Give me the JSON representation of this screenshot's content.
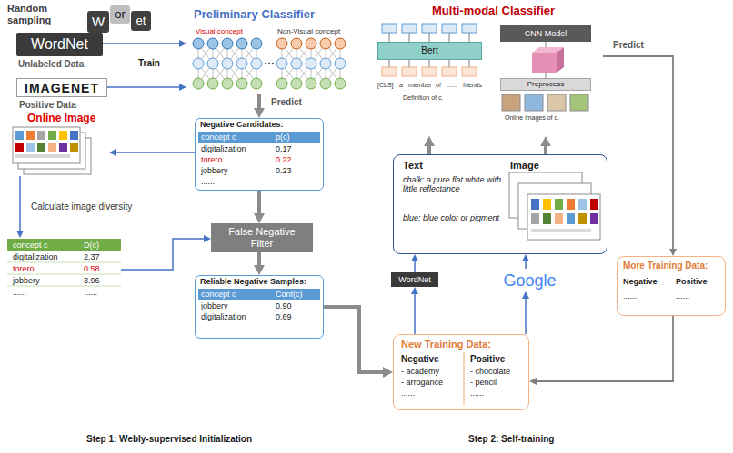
{
  "diagram": {
    "nodes": [
      {
        "text": [
          "WordNet",
          "Unlabeled Data"
        ]
      },
      {
        "text": [
          "IMAGENET",
          "Positive Data"
        ]
      },
      {
        "text": [
          "Preliminary Classifier",
          "Visual concept",
          "Non-Visual concept"
        ]
      },
      {
        "text": [
          "Negative Candidates:",
          "concept c",
          "p(c)",
          "digitalization",
          "0.17",
          "torero",
          "0.22",
          "jobbery",
          "0.23",
          "......"
        ]
      },
      {
        "text": [
          "Online Image"
        ]
      },
      {
        "text": [
          "concept c",
          "D(c)",
          "digitalization",
          "2.37",
          "torero",
          "0.58",
          "jobbery",
          "3.96",
          "......",
          "......"
        ]
      },
      {
        "text": [
          "False Negative Filter"
        ]
      },
      {
        "text": [
          "Reliable Negative Samples:",
          "concept c",
          "Conf(c)",
          "jobbery",
          "0.90",
          "digitalization",
          "0.69",
          "......"
        ]
      },
      {
        "text": [
          "Multi-modal Classifier",
          "[CLS]",
          "a",
          "member",
          "of",
          "......",
          "friends",
          "Definition of c.",
          "Online images of c."
        ]
      },
      {
        "text": [
          "Bert"
        ],
        "in": 8
      },
      {
        "text": [
          "CNN Model"
        ],
        "in": 8
      },
      {
        "text": [
          "Preprocess"
        ],
        "in": 8
      },
      {
        "text": [
          "Text",
          "chalk: a pure flat white with little reflectance",
          "blue: blue color or pigment",
          "Image"
        ]
      },
      {
        "text": [
          "WordNet"
        ]
      },
      {
        "text": [
          "Google"
        ]
      },
      {
        "text": [
          "New Training Data:",
          "Negative",
          "- academy",
          "- arrogance",
          "......",
          "Positive",
          "- chocolate",
          "- pencil",
          "......"
        ]
      },
      {
        "text": [
          "More Training Data:",
          "Negative",
          "Positive",
          "......",
          "......"
        ]
      }
    ],
    "edges": [
      {
        "from": 0,
        "to": 2,
        "arrow": "to"
      },
      {
        "from": 1,
        "to": 2,
        "label": "Train",
        "arrow": "to"
      },
      {
        "from": 2,
        "to": 3,
        "label": "Predict",
        "arrow": "to"
      },
      {
        "from": 3,
        "to": 4,
        "arrow": "to"
      },
      {
        "from": 4,
        "to": 5,
        "label": "Calculate image diversity",
        "arrow": "to"
      },
      {
        "from": 5,
        "to": 6,
        "arrow": "to"
      },
      {
        "from": 3,
        "to": 6,
        "arrow": "to"
      },
      {
        "from": 6,
        "to": 7,
        "arrow": "to"
      },
      {
        "from": 7,
        "to": 15,
        "arrow": "to"
      },
      {
        "from": 15,
        "to": 13,
        "arrow": "to"
      },
      {
        "from": 15,
        "to": 14,
        "arrow": "to"
      },
      {
        "from": 13,
        "to": 12,
        "arrow": "to"
      },
      {
        "from": 14,
        "to": 12,
        "arrow": "to"
      },
      {
        "from": 12,
        "to": 8,
        "arrow": "to"
      },
      {
        "from": 8,
        "to": 16,
        "label": "Predict",
        "arrow": "to"
      },
      {
        "from": 16,
        "to": 15,
        "arrow": "to"
      }
    ],
    "labels": [
      "Random sampling",
      "W",
      "or",
      "et",
      "Step 1: Webly-supervised Initialization",
      "Step 2: Self-training"
    ]
  }
}
